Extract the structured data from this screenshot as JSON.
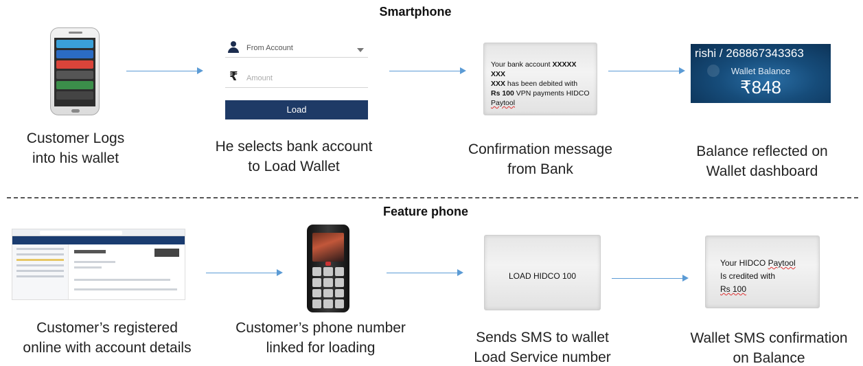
{
  "smartphone_section": {
    "title": "Smartphone",
    "steps": [
      {
        "caption_lines": [
          "Customer Logs",
          "into his wallet"
        ]
      },
      {
        "caption_lines": [
          "He selects bank account",
          "to Load Wallet"
        ]
      },
      {
        "caption_lines": [
          "Confirmation message",
          "from Bank"
        ]
      },
      {
        "caption_lines": [
          "Balance reflected on",
          "Wallet dashboard"
        ]
      }
    ],
    "load_form": {
      "account_label": "From Account",
      "amount_placeholder": "Amount",
      "load_button": "Load"
    },
    "bank_sms": {
      "l1": "Your bank account ",
      "l1_bold": "XXXXX XXX",
      "l2_bold": "XXX",
      "l2": " has been debited with",
      "l3_bold": "Rs 100",
      "l3": " VPN payments HIDCO",
      "l4": "Paytool"
    },
    "wallet_card": {
      "user": "rishi / 268867343363",
      "label": "Wallet Balance",
      "amount": "₹848"
    }
  },
  "feature_section": {
    "title": "Feature phone",
    "steps": [
      {
        "caption_lines": [
          "Customer’s registered",
          "online with account details"
        ]
      },
      {
        "caption_lines": [
          "Customer’s phone number",
          "linked for loading"
        ]
      },
      {
        "caption_lines": [
          "Sends SMS to wallet",
          "Load Service number"
        ]
      },
      {
        "caption_lines": [
          "Wallet SMS confirmation",
          "on Balance"
        ]
      }
    ],
    "sms_sent": "LOAD HIDCO 100",
    "sms_confirm": {
      "l1a": "Your HIDCO ",
      "l1b": "Paytool",
      "l2": "Is credited with",
      "l3": "Rs 100"
    }
  },
  "colors": {
    "arrow": "#5b9bd5",
    "load_button": "#1e3a66",
    "wallet_card": "#164c7a"
  }
}
